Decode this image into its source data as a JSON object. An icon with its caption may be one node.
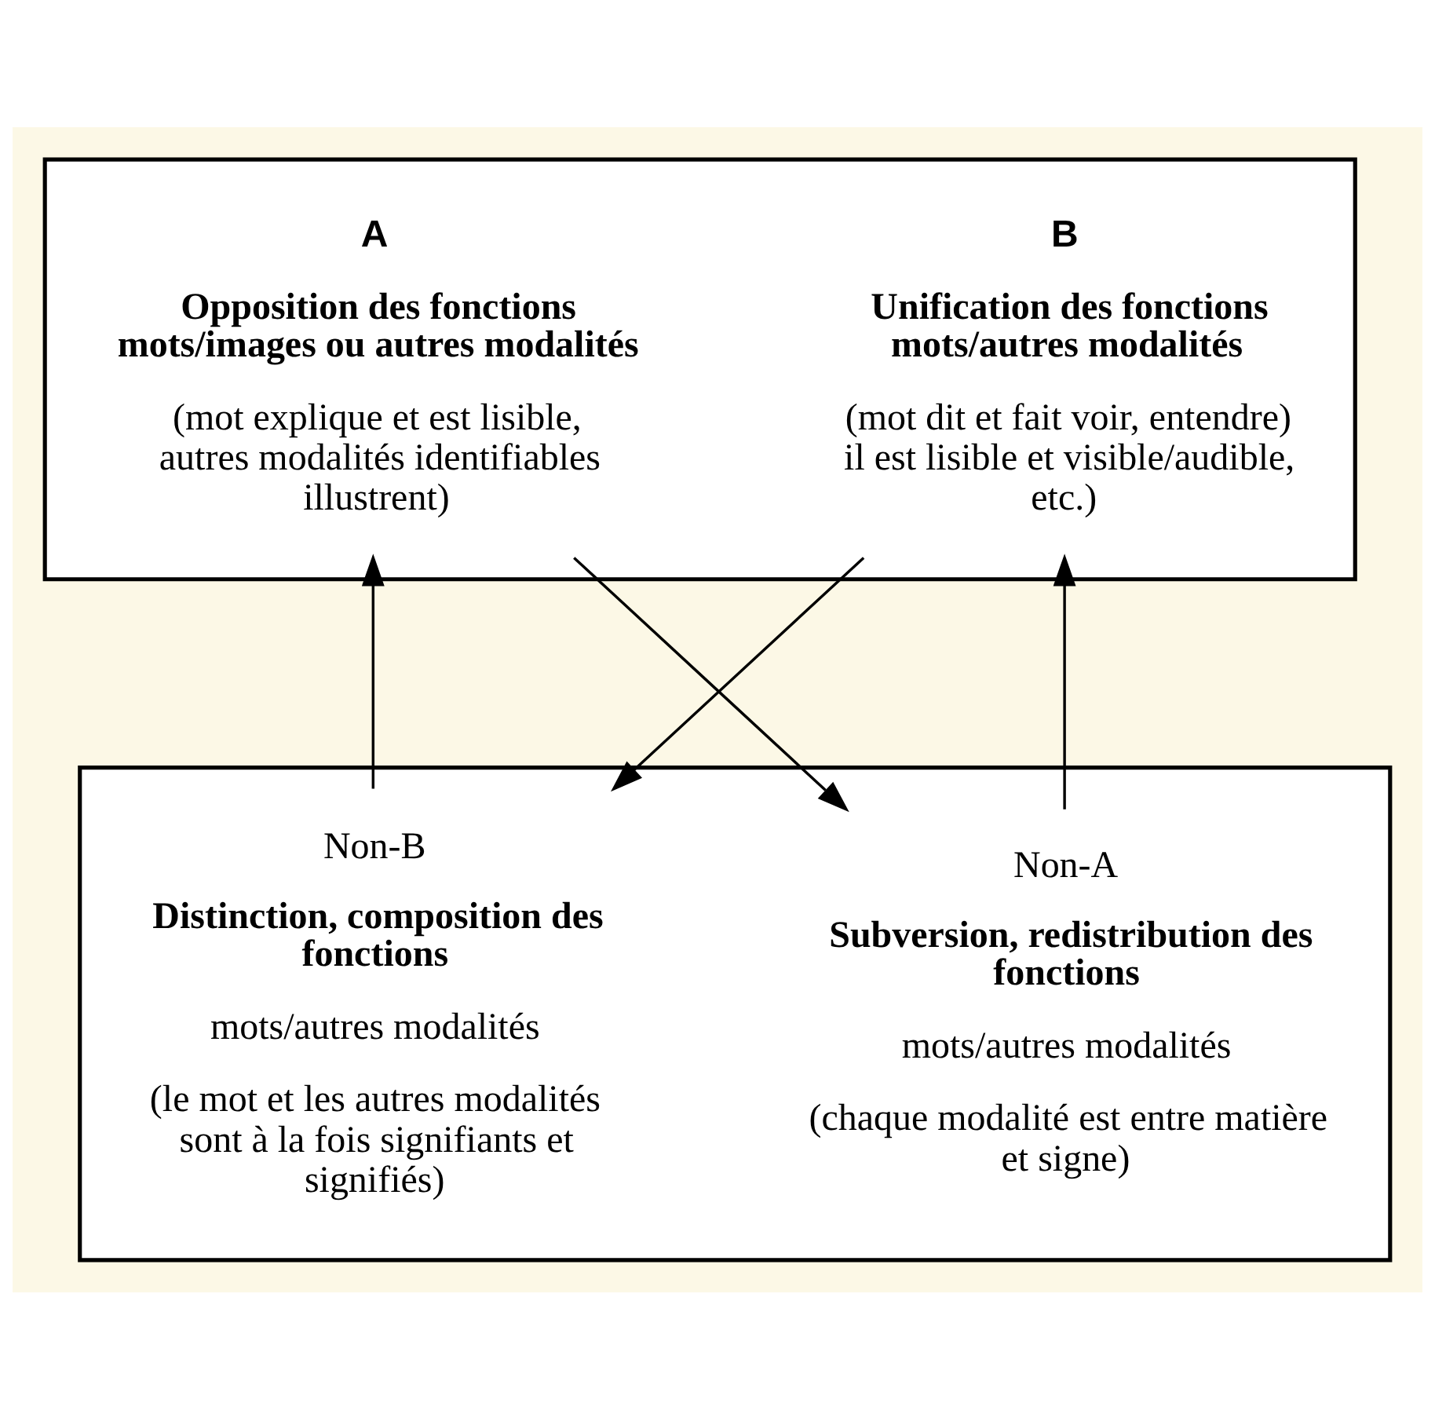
{
  "diagram": {
    "nodes": [
      {
        "text": [],
        "shape": "box"
      },
      {
        "text": [
          "A",
          "Opposition des fonctions mots/images ou autres modalités",
          "(mot explique et est lisible, autres modalités identifiables illustrent)"
        ],
        "in": 0
      },
      {
        "text": [
          "B",
          "Unification des fonctions mots/autres modalités",
          "(mot dit et fait voir, entendre) il est lisible et visible/audible, etc.)"
        ],
        "in": 0
      },
      {
        "text": [],
        "shape": "box"
      },
      {
        "text": [
          "Non-B",
          "Distinction, composition des fonctions",
          "mots/autres modalités",
          "(le mot et les autres modalités sont à la fois signifiants et signifiés)"
        ],
        "in": 3
      },
      {
        "text": [
          "Non-A",
          "Subversion, redistribution des fonctions",
          "mots/autres modalités",
          "(chaque modalité est entre matière et signe)"
        ],
        "in": 3
      }
    ],
    "edges": [
      {
        "from": 4,
        "to": 1,
        "arrow": "to"
      },
      {
        "from": 1,
        "to": 5,
        "arrow": "to"
      },
      {
        "from": 2,
        "to": 4,
        "arrow": "to"
      },
      {
        "from": 5,
        "to": 2,
        "arrow": "to"
      }
    ]
  }
}
